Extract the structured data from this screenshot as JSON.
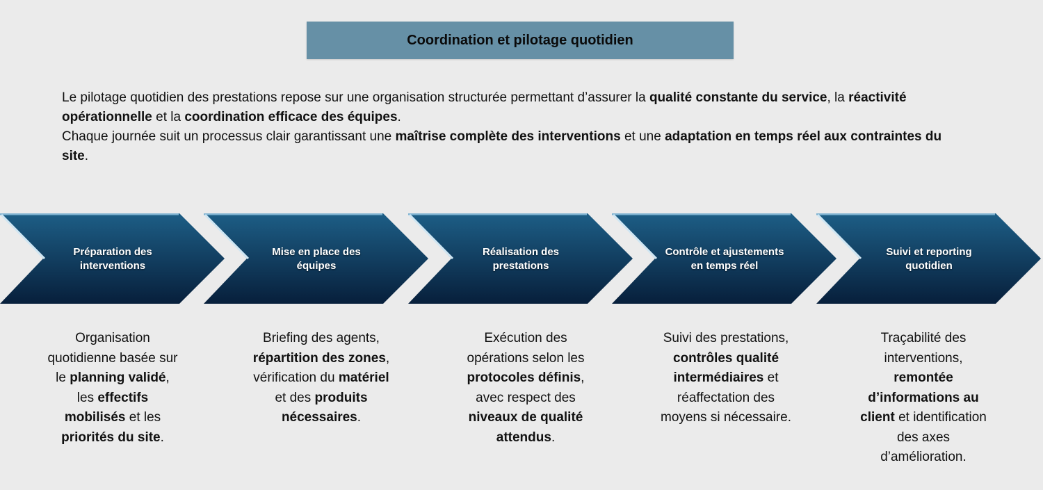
{
  "title": "Coordination et pilotage quotidien",
  "intro": [
    [
      {
        "t": "Le pilotage quotidien des prestations repose sur une organisation structurée permettant d’assurer la ",
        "b": false
      },
      {
        "t": "qualité constante du service",
        "b": true
      },
      {
        "t": ", la ",
        "b": false
      },
      {
        "t": "réactivité opérationnelle",
        "b": true
      },
      {
        "t": " et la ",
        "b": false
      },
      {
        "t": "coordination efficace des équipes",
        "b": true
      },
      {
        "t": ".",
        "b": false
      }
    ],
    [
      {
        "t": "Chaque journée suit un processus clair garantissant une ",
        "b": false
      },
      {
        "t": "maîtrise complète des interventions",
        "b": true
      },
      {
        "t": " et une ",
        "b": false
      },
      {
        "t": "adaptation en temps réel aux contraintes du site",
        "b": true
      },
      {
        "t": ".",
        "b": false
      }
    ]
  ],
  "colors": {
    "chevron_top": "#1d5e86",
    "chevron_bottom": "#071f3b",
    "title_bg": "#6690a6"
  },
  "steps": [
    {
      "label": "Préparation des interventions",
      "desc": [
        {
          "t": "Organisation quotidienne basée sur le ",
          "b": false
        },
        {
          "t": "planning validé",
          "b": true
        },
        {
          "t": ", les ",
          "b": false
        },
        {
          "t": "effectifs mobilisés",
          "b": true
        },
        {
          "t": " et les ",
          "b": false
        },
        {
          "t": "priorités du site",
          "b": true
        },
        {
          "t": ".",
          "b": false
        }
      ]
    },
    {
      "label": "Mise en place des équipes",
      "desc": [
        {
          "t": "Briefing des agents, ",
          "b": false
        },
        {
          "t": "répartition des zones",
          "b": true
        },
        {
          "t": ", vérification du ",
          "b": false
        },
        {
          "t": "matériel",
          "b": true
        },
        {
          "t": " et des ",
          "b": false
        },
        {
          "t": "produits nécessaires",
          "b": true
        },
        {
          "t": ".",
          "b": false
        }
      ]
    },
    {
      "label": "Réalisation des prestations",
      "desc": [
        {
          "t": "Exécution des opérations selon les ",
          "b": false
        },
        {
          "t": "protocoles définis",
          "b": true
        },
        {
          "t": ", avec respect des ",
          "b": false
        },
        {
          "t": "niveaux de qualité attendus",
          "b": true
        },
        {
          "t": ".",
          "b": false
        }
      ]
    },
    {
      "label": "Contrôle et ajustements en temps réel",
      "desc": [
        {
          "t": "Suivi des prestations, ",
          "b": false
        },
        {
          "t": "contrôles qualité intermédiaires",
          "b": true
        },
        {
          "t": " et réaffectation des moyens si nécessaire.",
          "b": false
        }
      ]
    },
    {
      "label": "Suivi et reporting quotidien",
      "desc": [
        {
          "t": "Traçabilité des interventions, ",
          "b": false
        },
        {
          "t": "remontée d’informations au client",
          "b": true
        },
        {
          "t": " et identification des axes d’amélioration.",
          "b": false
        }
      ]
    }
  ]
}
